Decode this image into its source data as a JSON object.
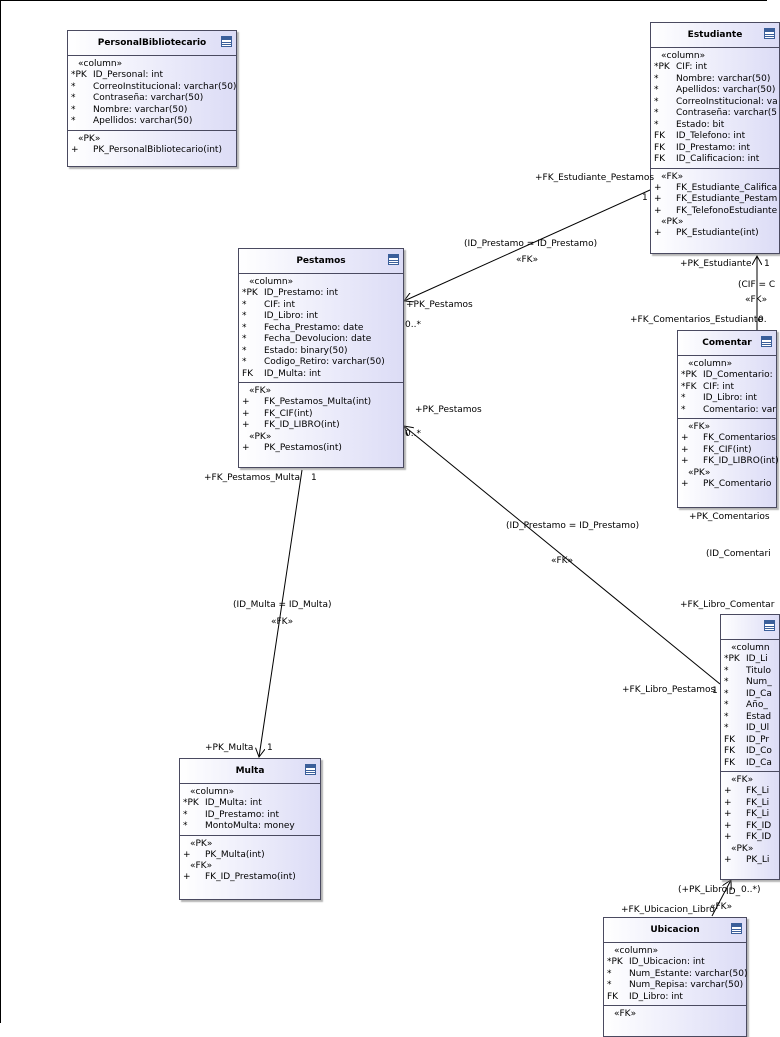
{
  "entities": {
    "personal": {
      "title": "PersonalBibliotecario",
      "sections": [
        {
          "stereo": "«column»",
          "rows": [
            {
              "mk": "*PK",
              "txt": "ID_Personal: int"
            },
            {
              "mk": "*",
              "txt": "CorreoInstitucional: varchar(50)"
            },
            {
              "mk": "*",
              "txt": "Contraseña: varchar(50)"
            },
            {
              "mk": "*",
              "txt": "Nombre: varchar(50)"
            },
            {
              "mk": "*",
              "txt": "Apellidos: varchar(50)"
            }
          ]
        },
        {
          "stereo": "«PK»",
          "rows": [
            {
              "mk": "+",
              "txt": "PK_PersonalBibliotecario(int)"
            }
          ]
        }
      ]
    },
    "estudiante": {
      "title": "Estudiante",
      "sections": [
        {
          "stereo": "«column»",
          "rows": [
            {
              "mk": "*PK",
              "txt": "CIF: int"
            },
            {
              "mk": "*",
              "txt": "Nombre: varchar(50)"
            },
            {
              "mk": "*",
              "txt": "Apellidos: varchar(50)"
            },
            {
              "mk": "*",
              "txt": "CorreoInstitucional: va"
            },
            {
              "mk": "*",
              "txt": "Contraseña: varchar(5"
            },
            {
              "mk": "*",
              "txt": "Estado: bit"
            },
            {
              "mk": "FK",
              "txt": "ID_Telefono: int"
            },
            {
              "mk": "FK",
              "txt": "ID_Prestamo: int"
            },
            {
              "mk": "FK",
              "txt": "ID_Calificacion: int"
            }
          ]
        },
        {
          "stereo": "«FK»",
          "rows": [
            {
              "mk": "+",
              "txt": "FK_Estudiante_Califica"
            },
            {
              "mk": "+",
              "txt": "FK_Estudiante_Pestam"
            },
            {
              "mk": "+",
              "txt": "FK_TelefonoEstudiante"
            }
          ],
          "stereo2": "«PK»",
          "rows2": [
            {
              "mk": "+",
              "txt": "PK_Estudiante(int)"
            }
          ]
        }
      ]
    },
    "pestamos": {
      "title": "Pestamos",
      "sections": [
        {
          "stereo": "«column»",
          "rows": [
            {
              "mk": "*PK",
              "txt": "ID_Prestamo: int"
            },
            {
              "mk": "*",
              "txt": "CIF: int"
            },
            {
              "mk": "*",
              "txt": "ID_Libro: int"
            },
            {
              "mk": "*",
              "txt": "Fecha_Prestamo: date"
            },
            {
              "mk": "*",
              "txt": "Fecha_Devolucion: date"
            },
            {
              "mk": "*",
              "txt": "Estado: binary(50)"
            },
            {
              "mk": "*",
              "txt": "Codigo_Retiro: varchar(50)"
            },
            {
              "mk": "FK",
              "txt": "ID_Multa: int"
            }
          ]
        },
        {
          "stereo": "«FK»",
          "rows": [
            {
              "mk": "+",
              "txt": "FK_Pestamos_Multa(int)"
            },
            {
              "mk": "+",
              "txt": "FK_CIF(int)"
            },
            {
              "mk": "+",
              "txt": "FK_ID_LIBRO(int)"
            }
          ],
          "stereo2": "«PK»",
          "rows2": [
            {
              "mk": "+",
              "txt": "PK_Pestamos(int)"
            }
          ]
        }
      ]
    },
    "comentarios": {
      "title": "Comentar",
      "sections": [
        {
          "stereo": "«column»",
          "rows": [
            {
              "mk": "*PK",
              "txt": "ID_Comentario:"
            },
            {
              "mk": "*FK",
              "txt": "CIF: int"
            },
            {
              "mk": "*",
              "txt": "ID_Libro: int"
            },
            {
              "mk": "*",
              "txt": "Comentario: var"
            }
          ]
        },
        {
          "stereo": "«FK»",
          "rows": [
            {
              "mk": "+",
              "txt": "FK_Comentarios"
            },
            {
              "mk": "+",
              "txt": "FK_CIF(int)"
            },
            {
              "mk": "+",
              "txt": "FK_ID_LIBRO(int)"
            }
          ],
          "stereo2": "«PK»",
          "rows2": [
            {
              "mk": "+",
              "txt": "PK_Comentario"
            }
          ]
        }
      ]
    },
    "libro": {
      "title": "",
      "sections": [
        {
          "stereo": "«column",
          "rows": [
            {
              "mk": "*PK",
              "txt": "ID_Li"
            },
            {
              "mk": "*",
              "txt": "Titulo"
            },
            {
              "mk": "*",
              "txt": "Num_"
            },
            {
              "mk": "*",
              "txt": "ID_Ca"
            },
            {
              "mk": "*",
              "txt": "Año_"
            },
            {
              "mk": "*",
              "txt": "Estad"
            },
            {
              "mk": "*",
              "txt": "ID_Ul"
            },
            {
              "mk": "FK",
              "txt": "ID_Pr"
            },
            {
              "mk": "FK",
              "txt": "ID_Co"
            },
            {
              "mk": "FK",
              "txt": "ID_Ca"
            }
          ]
        },
        {
          "stereo": "«FK»",
          "rows": [
            {
              "mk": "+",
              "txt": "FK_Li"
            },
            {
              "mk": "+",
              "txt": "FK_Li"
            },
            {
              "mk": "+",
              "txt": "FK_Li"
            },
            {
              "mk": "+",
              "txt": "FK_ID"
            },
            {
              "mk": "+",
              "txt": "FK_ID"
            }
          ],
          "stereo2": "«PK»",
          "rows2": [
            {
              "mk": "+",
              "txt": "PK_Li"
            }
          ]
        }
      ]
    },
    "multa": {
      "title": "Multa",
      "sections": [
        {
          "stereo": "«column»",
          "rows": [
            {
              "mk": "*PK",
              "txt": "ID_Multa: int"
            },
            {
              "mk": "*",
              "txt": "ID_Prestamo: int"
            },
            {
              "mk": "*",
              "txt": "MontoMulta: money"
            }
          ]
        },
        {
          "stereo": "«PK»",
          "rows": [
            {
              "mk": "+",
              "txt": "PK_Multa(int)"
            }
          ],
          "stereo2": "«FK»",
          "rows2": [
            {
              "mk": "+",
              "txt": "FK_ID_Prestamo(int)"
            }
          ]
        }
      ]
    },
    "ubicacion": {
      "title": "Ubicacion",
      "sections": [
        {
          "stereo": "«column»",
          "rows": [
            {
              "mk": "*PK",
              "txt": "ID_Ubicacion: int"
            },
            {
              "mk": "*",
              "txt": "Num_Estante: varchar(50)"
            },
            {
              "mk": "*",
              "txt": "Num_Repisa: varchar(50)"
            },
            {
              "mk": "FK",
              "txt": "ID_Libro: int"
            }
          ]
        },
        {
          "stereo": "«FK»",
          "rows": []
        }
      ]
    }
  },
  "labels": {
    "fk_estudiante_pestamos": "+FK_Estudiante_Pestamos",
    "one_est_pest": "1",
    "id_prestamo_eq_1": "(ID_Prestamo = ID_Prestamo)",
    "fk_stereo_1": "«FK»",
    "pk_pestamos_1": "+PK_Pestamos",
    "many_1": "0..*",
    "pk_estudiante": "+PK_Estudiante",
    "one_pk_estudiante": "1",
    "cif_eq": "(CIF = C",
    "fk_stereo_cif": "«FK»",
    "fk_comentarios_estudiante": "+FK_Comentarios_Estudiante",
    "many_com_est": "0.",
    "pk_pestamos_2": "+PK_Pestamos",
    "many_2": "0..*",
    "fk_pestamos_multa": "+FK_Pestamos_Multa",
    "one_pest_multa": "1",
    "id_prestamo_eq_2": "(ID_Prestamo = ID_Prestamo)",
    "fk_stereo_2": "«FK»",
    "pk_comentarios": "+PK_Comentarios",
    "id_comentario": "(ID_Comentari",
    "fk_libro_comentar": "+FK_Libro_Comentar",
    "id_multa_eq": "(ID_Multa = ID_Multa)",
    "fk_stereo_multa": "«FK»",
    "fk_libro_pestamos": "+FK_Libro_Pestamos",
    "one_libro_pest": "1",
    "pk_multa": "+PK_Multa",
    "one_multa": "1",
    "pk_libro": "(+PK_Libro",
    "id_ubic": "ID_",
    "many_ubic": "0..*)",
    "fk_stereo_ubic": "«FK»",
    "fk_ubicacion_libro": "+FK_Ubicacion_Libro"
  }
}
